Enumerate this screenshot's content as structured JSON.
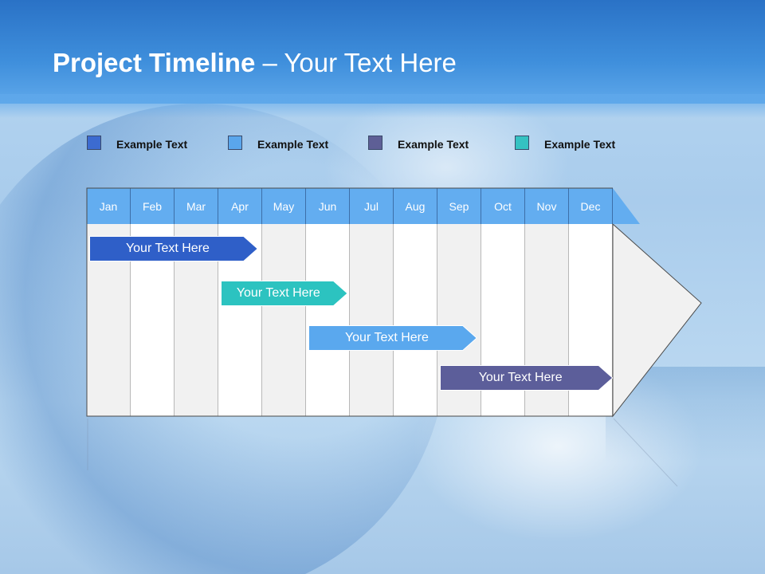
{
  "slide": {
    "title_bold": "Project Timeline",
    "title_rest": " – Your Text Here"
  },
  "legend": [
    {
      "label": "Example Text",
      "color": "#3c6bd0"
    },
    {
      "label": "Example Text",
      "color": "#5aa6ec"
    },
    {
      "label": "Example Text",
      "color": "#5e5f96"
    },
    {
      "label": "Example Text",
      "color": "#35c2c2"
    }
  ],
  "chart_data": {
    "type": "table",
    "months": [
      "Jan",
      "Feb",
      "Mar",
      "Apr",
      "May",
      "Jun",
      "Jul",
      "Aug",
      "Sep",
      "Oct",
      "Nov",
      "Dec"
    ],
    "tasks": [
      {
        "label": "Your  Text Here",
        "start": 0.05,
        "end": 3.9,
        "color": "#2f5fc8"
      },
      {
        "label": "Your  Text Here",
        "start": 3.05,
        "end": 5.95,
        "color": "#2cc3c0"
      },
      {
        "label": "Your  Text Here",
        "start": 5.05,
        "end": 8.9,
        "color": "#5aa8ee"
      },
      {
        "label": "Your  Text Here",
        "start": 8.05,
        "end": 12.0,
        "color": "#5c5e9a"
      }
    ]
  }
}
